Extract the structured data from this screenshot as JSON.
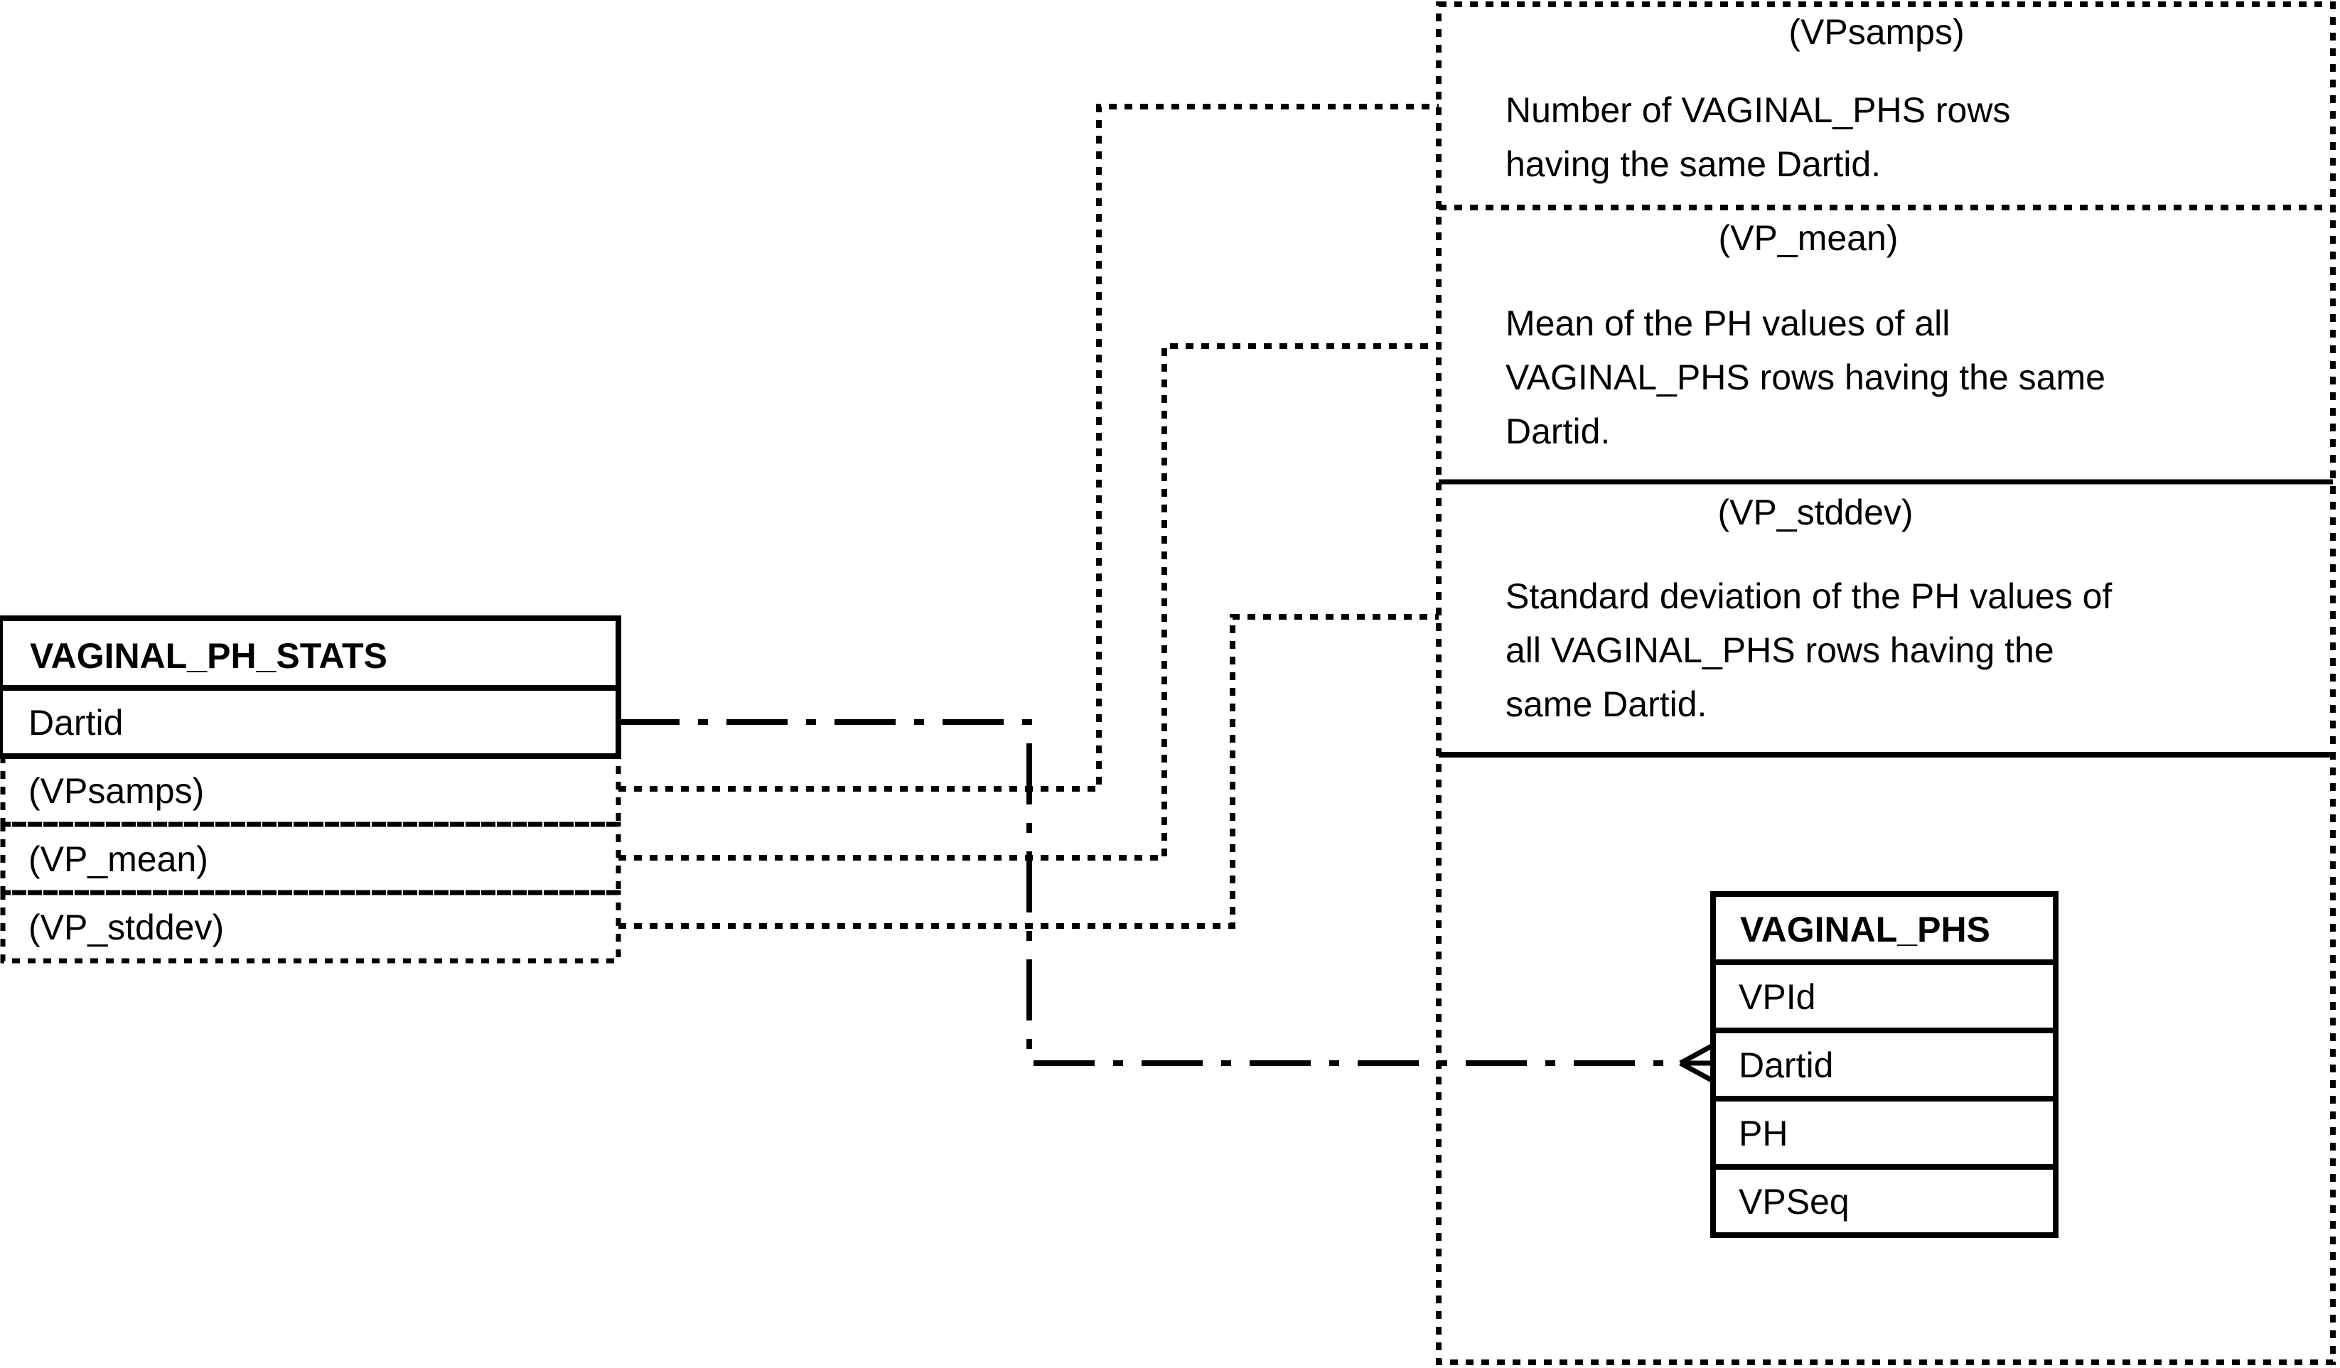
{
  "stats_table": {
    "name": "VAGINAL_PH_STATS",
    "key_field": "Dartid",
    "derived_fields": [
      "(VPsamps)",
      "(VP_mean)",
      "(VP_stddev)"
    ]
  },
  "notes": [
    {
      "title": "(VPsamps)",
      "lines": [
        "Number of VAGINAL_PHS rows",
        "having the same Dartid."
      ]
    },
    {
      "title": "(VP_mean)",
      "lines": [
        "Mean of the PH values of all",
        "VAGINAL_PHS rows having the same",
        "Dartid."
      ]
    },
    {
      "title": "(VP_stddev)",
      "lines": [
        "Standard deviation of the PH values of",
        "all VAGINAL_PHS rows having the",
        "same Dartid."
      ]
    }
  ],
  "source_table": {
    "name": "VAGINAL_PHS",
    "fields": [
      "VPId",
      "Dartid",
      "PH",
      "VPSeq"
    ]
  },
  "colors": {
    "line": "#000000",
    "background": "#ffffff"
  }
}
